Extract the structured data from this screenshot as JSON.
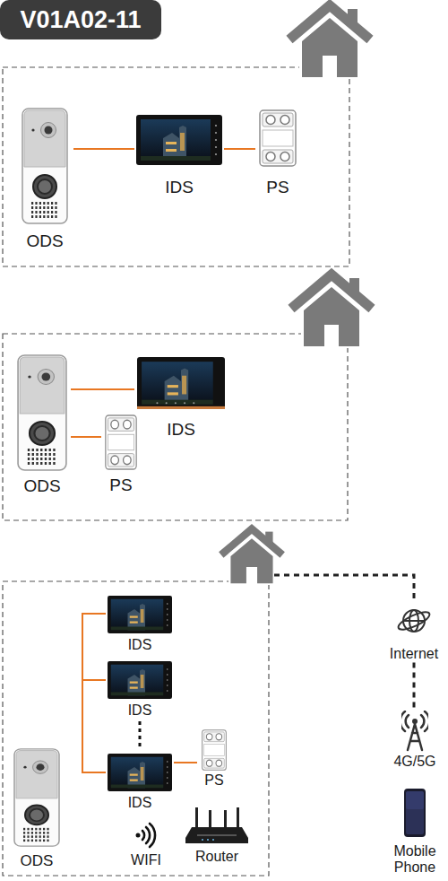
{
  "diagram": {
    "title": "V01A02-11",
    "nodes": [
      {
        "text": [
          "ODS"
        ]
      },
      {
        "text": [
          "IDS"
        ]
      },
      {
        "text": [
          "PS"
        ]
      },
      {
        "text": [
          "ODS"
        ]
      },
      {
        "text": [
          "IDS"
        ]
      },
      {
        "text": [
          "PS"
        ]
      },
      {
        "text": [
          "IDS"
        ]
      },
      {
        "text": [
          "IDS"
        ]
      },
      {
        "text": [
          "IDS"
        ]
      },
      {
        "text": [
          "PS"
        ]
      },
      {
        "text": [
          "ODS"
        ]
      },
      {
        "text": [
          "WIFI"
        ]
      },
      {
        "text": [
          "Router"
        ]
      },
      {
        "text": [
          "Internet"
        ]
      },
      {
        "text": [
          "4G/5G"
        ]
      },
      {
        "text": [
          "Mobile Phone"
        ]
      }
    ],
    "edges": [
      {
        "from": 0,
        "to": 1,
        "arrow": "none"
      },
      {
        "from": 1,
        "to": 2,
        "arrow": "none"
      },
      {
        "from": 3,
        "to": 4,
        "arrow": "none"
      },
      {
        "from": 3,
        "to": 5,
        "arrow": "none"
      },
      {
        "from": 6,
        "to": 7,
        "arrow": "none"
      },
      {
        "from": 7,
        "to": 8,
        "arrow": "none"
      },
      {
        "from": 8,
        "to": 9,
        "arrow": "none"
      },
      {
        "from": 13,
        "to": 14,
        "arrow": "none"
      }
    ]
  }
}
